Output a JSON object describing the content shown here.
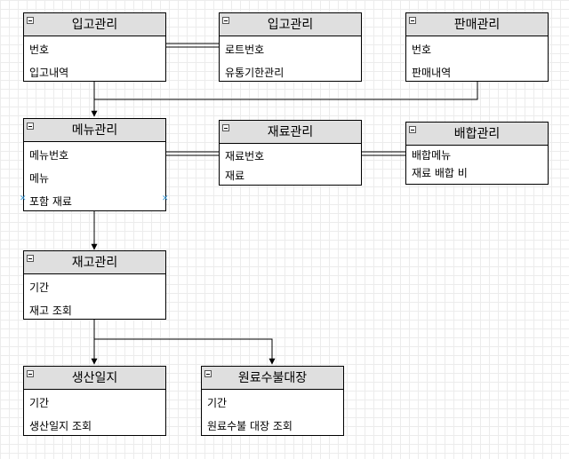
{
  "entities": [
    {
      "id": "e1",
      "title": "입고관리",
      "rows": [
        "번호",
        "입고내역"
      ]
    },
    {
      "id": "e2",
      "title": "입고관리",
      "rows": [
        "로트번호",
        "유통기한관리"
      ]
    },
    {
      "id": "e3",
      "title": "판매관리",
      "rows": [
        "번호",
        "판매내역"
      ]
    },
    {
      "id": "e4",
      "title": "메뉴관리",
      "rows": [
        "메뉴번호",
        "메뉴",
        "포함 재료"
      ]
    },
    {
      "id": "e5",
      "title": "재료관리",
      "rows": [
        "재료번호",
        "재료"
      ]
    },
    {
      "id": "e6",
      "title": "배합관리",
      "rows": [
        "배합메뉴",
        "재료 배합 비"
      ]
    },
    {
      "id": "e7",
      "title": "재고관리",
      "rows": [
        "기간",
        "재고 조회"
      ]
    },
    {
      "id": "e8",
      "title": "생산일지",
      "rows": [
        "기간",
        "생산일지 조회"
      ]
    },
    {
      "id": "e9",
      "title": "원료수불대장",
      "rows": [
        "기간",
        "원료수불 대장 조회"
      ]
    }
  ],
  "colors": {
    "header_bg": "#dfdfdf",
    "line": "#000000",
    "handle": "#3a9ad9",
    "grid": "#ececec"
  }
}
